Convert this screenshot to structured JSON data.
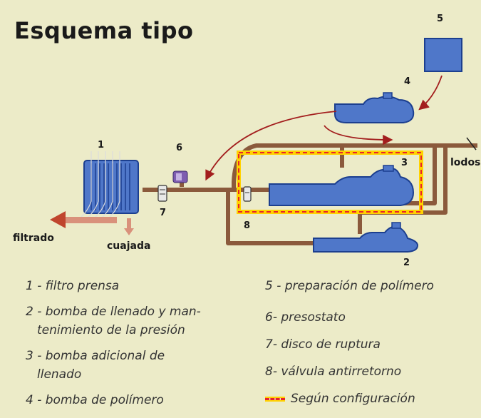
{
  "title": "Esquema tipo",
  "numbers": {
    "n1": "1",
    "n2": "2",
    "n3": "3",
    "n4": "4",
    "n5": "5",
    "n6": "6",
    "n7": "7",
    "n8": "8"
  },
  "labels": {
    "filtrado": "filtrado",
    "cuajada": "cuajada",
    "lodos": "lodos"
  },
  "legend": {
    "l1": "1 - filtro prensa",
    "l2a": "2 - bomba de llenado y man-",
    "l2b": "tenimiento de la presión",
    "l3a": "3 - bomba adicional de",
    "l3b": "llenado",
    "l4": "4 - bomba de polímero",
    "l5": "5 - preparación de polímero",
    "l6": "6- presostato",
    "l7": "7- disco de ruptura",
    "l8": "8- válvula antirretorno",
    "optional": "Según configuración"
  },
  "colors": {
    "background": "#ecebc8",
    "pipe": "#8b5a3c",
    "equipment": "#4f77c9",
    "arrow": "#a31e1e",
    "dashed_outline": "#e8242a",
    "dashed_fill": "#ffd200"
  }
}
